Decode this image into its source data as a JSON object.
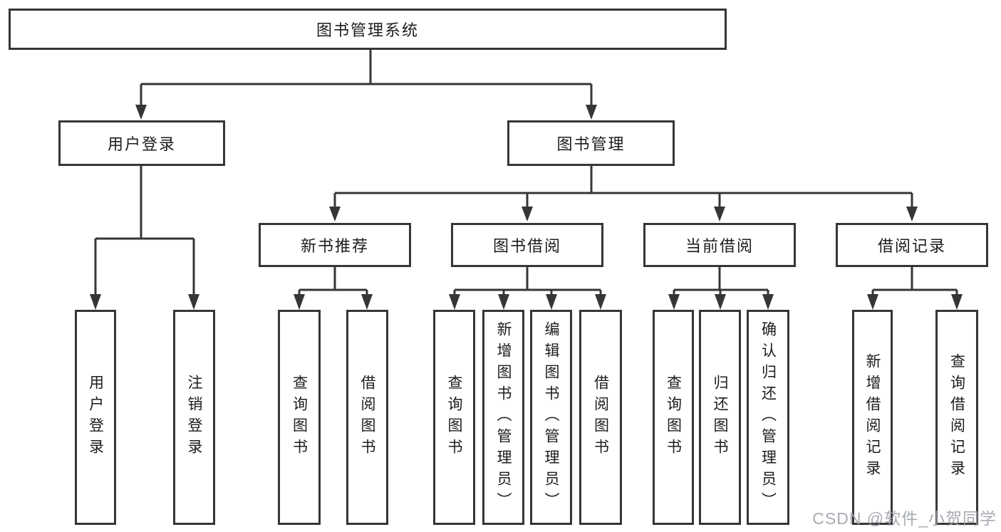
{
  "palette": {
    "line_color": "#363636",
    "box_border_color": "#363636",
    "text_color": "#1c1c1c",
    "background": "#ffffff",
    "watermark_color": "#9ea2aa"
  },
  "diagram": {
    "root": "图书管理系统",
    "level2": [
      "用户登录",
      "图书管理"
    ],
    "level3": [
      "新书推荐",
      "图书借阅",
      "当前借阅",
      "借阅记录"
    ],
    "leaves": {
      "user_login_group": [
        "用户登录",
        "注销登录"
      ],
      "new_book_group": [
        "查询图书",
        "借阅图书"
      ],
      "book_borrow_group": [
        "查询图书",
        "新增图书（管理员）",
        "编辑图书（管理员）",
        "借阅图书"
      ],
      "current_borrow_group": [
        "查询图书",
        "归还图书",
        "确认归还（管理员）"
      ],
      "borrow_record_group": [
        "新增借阅记录",
        "查询借阅记录"
      ]
    }
  },
  "watermark": {
    "text": "CSDN @软件_小贺同学"
  }
}
